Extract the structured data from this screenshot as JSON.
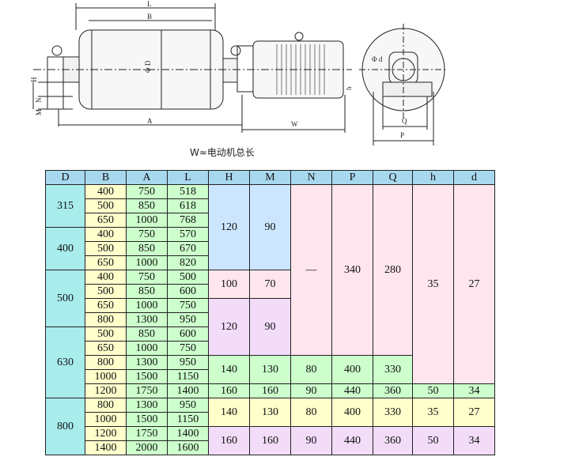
{
  "drawing": {
    "caption": "W≈电动机总长",
    "labels": {
      "L": "L",
      "B": "B",
      "phiD": "Φ D",
      "A": "A",
      "W": "W",
      "H": "H",
      "N": "N",
      "M": "M",
      "h": "h",
      "phid": "Φ d",
      "Q": "Q",
      "P": "P"
    }
  },
  "table": {
    "headers": [
      "D",
      "B",
      "A",
      "L",
      "H",
      "M",
      "N",
      "P",
      "Q",
      "h",
      "d"
    ],
    "groups": [
      {
        "D": "315",
        "rows": [
          [
            "400",
            "750",
            "518"
          ],
          [
            "500",
            "850",
            "618"
          ],
          [
            "650",
            "1000",
            "768"
          ]
        ]
      },
      {
        "D": "400",
        "rows": [
          [
            "400",
            "750",
            "570"
          ],
          [
            "500",
            "850",
            "670"
          ],
          [
            "650",
            "1000",
            "820"
          ]
        ]
      },
      {
        "D": "500",
        "rows": [
          [
            "400",
            "750",
            "500"
          ],
          [
            "500",
            "850",
            "600"
          ],
          [
            "650",
            "1000",
            "750"
          ],
          [
            "800",
            "1300",
            "950"
          ]
        ]
      },
      {
        "D": "630",
        "rows": [
          [
            "500",
            "850",
            "600"
          ],
          [
            "650",
            "1000",
            "750"
          ],
          [
            "800",
            "1300",
            "950"
          ],
          [
            "1000",
            "1500",
            "1150"
          ],
          [
            "1200",
            "1750",
            "1400"
          ]
        ]
      },
      {
        "D": "800",
        "rows": [
          [
            "800",
            "1300",
            "950"
          ],
          [
            "1000",
            "1500",
            "1150"
          ],
          [
            "1200",
            "1750",
            "1400"
          ],
          [
            "1400",
            "2000",
            "1600"
          ]
        ]
      }
    ],
    "spans": {
      "H_315_400": "120",
      "M_315_400": "90",
      "N_top": "—",
      "P_top": "340",
      "Q_top": "280",
      "h_top": "35",
      "d_top": "27",
      "H_500a": "100",
      "M_500a": "70",
      "H_500b": "120",
      "M_500b": "90",
      "H_630a": "140",
      "M_630a": "130",
      "N_630a": "80",
      "P_630a": "400",
      "Q_630a": "330",
      "H_630b": "160",
      "M_630b": "160",
      "N_630b": "90",
      "P_630b": "440",
      "Q_630b": "360",
      "h_630b": "50",
      "d_630b": "34",
      "H_800a": "140",
      "M_800a": "130",
      "N_800a": "80",
      "P_800a": "400",
      "Q_800a": "330",
      "h_800a": "35",
      "d_800a": "27",
      "H_800b": "160",
      "M_800b": "160",
      "N_800b": "90",
      "P_800b": "440",
      "Q_800b": "360",
      "h_800b": "50",
      "d_800b": "34"
    }
  }
}
